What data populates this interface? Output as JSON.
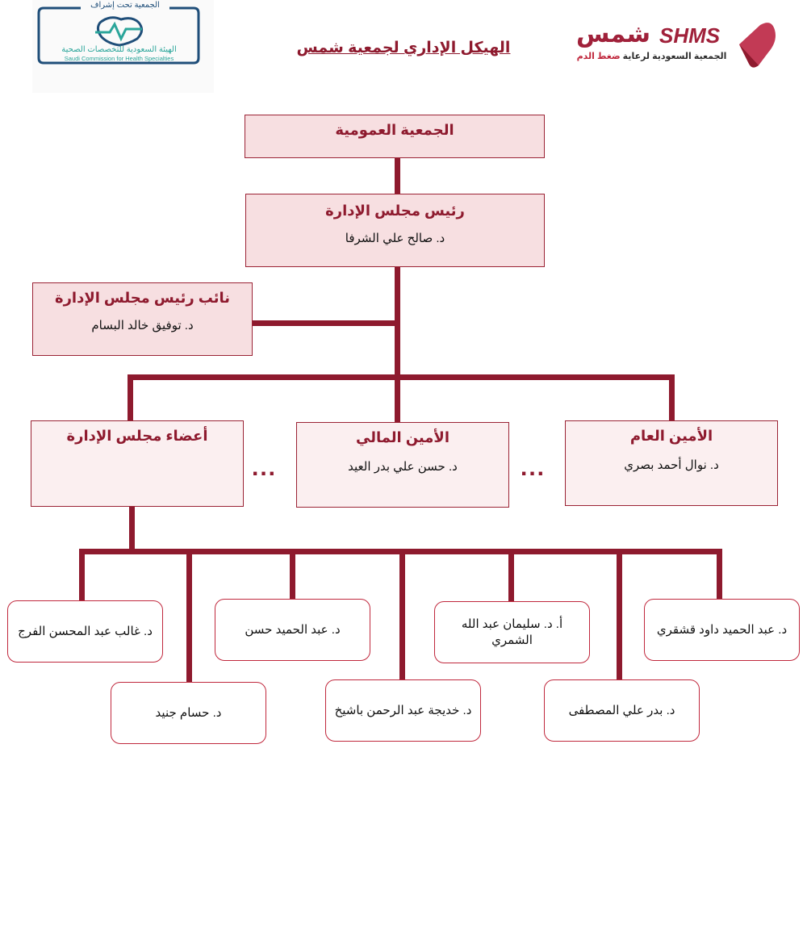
{
  "header": {
    "title": "الهيكل الإداري لجمعية شمس",
    "scfhs_logo": {
      "caption": "الجمعية تحت إشراف",
      "name_ar": "الهيئة السعودية للتخصصات الصحية",
      "name_en": "Saudi Commission for Health Specialties"
    },
    "shms_logo": {
      "name_ar": "شمس",
      "name_en": "SHMS",
      "tagline_part1": "الجمعية السعودية لرعاية",
      "tagline_part2": "ضغط الدم"
    }
  },
  "org": {
    "general_assembly": {
      "title": "الجمعية العمومية"
    },
    "chairman": {
      "title": "رئيس مجلس الإدارة",
      "name": "د. صالح علي الشرفا"
    },
    "vice_chairman": {
      "title": "نائب رئيس مجلس الإدارة",
      "name": "د. توفيق خالد البسام"
    },
    "board_members": {
      "title": "أعضاء مجلس الإدارة"
    },
    "treasurer": {
      "title": "الأمين المالي",
      "name": "د. حسن علي بدر العيد"
    },
    "secretary_general": {
      "title": "الأمين العام",
      "name": "د. نوال أحمد بصري"
    },
    "ellipsis": "...",
    "members": [
      "د. غالب عبد المحسن الفرج",
      "د. عبد الحميد حسن",
      "أ. د. سليمان عبد الله الشمري",
      "د. عبد الحميد داود قشقري",
      "د. حسام جنيد",
      "د. خديجة عبد الرحمن باشيخ",
      "د. بدر علي المصطفى"
    ]
  },
  "colors": {
    "primary": "#8e1a2e",
    "box_fill_top": "#f7dfe1",
    "box_fill_mid": "#fbeff0",
    "scfhs_teal": "#2aa59a",
    "scfhs_navy": "#1f4e79"
  }
}
